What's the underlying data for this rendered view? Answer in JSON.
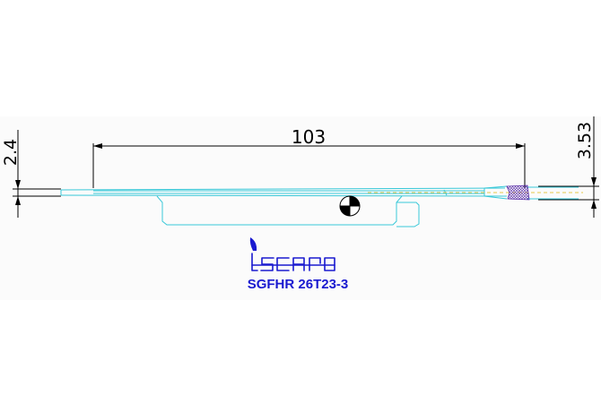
{
  "drawing": {
    "dimension_overall_length": "103",
    "dimension_left_height": "2.4",
    "dimension_right_height": "3.53",
    "part_number": "SGFHR 26T23-3",
    "brand_logo": "iscar"
  },
  "colors": {
    "background": "#ffffff",
    "dimension_lines": "#000000",
    "blade_outline": "#38c8d8",
    "centerline": "#e6c84a",
    "logo": "#1a1ad0",
    "insert_hatch": "#5a2fa8"
  }
}
